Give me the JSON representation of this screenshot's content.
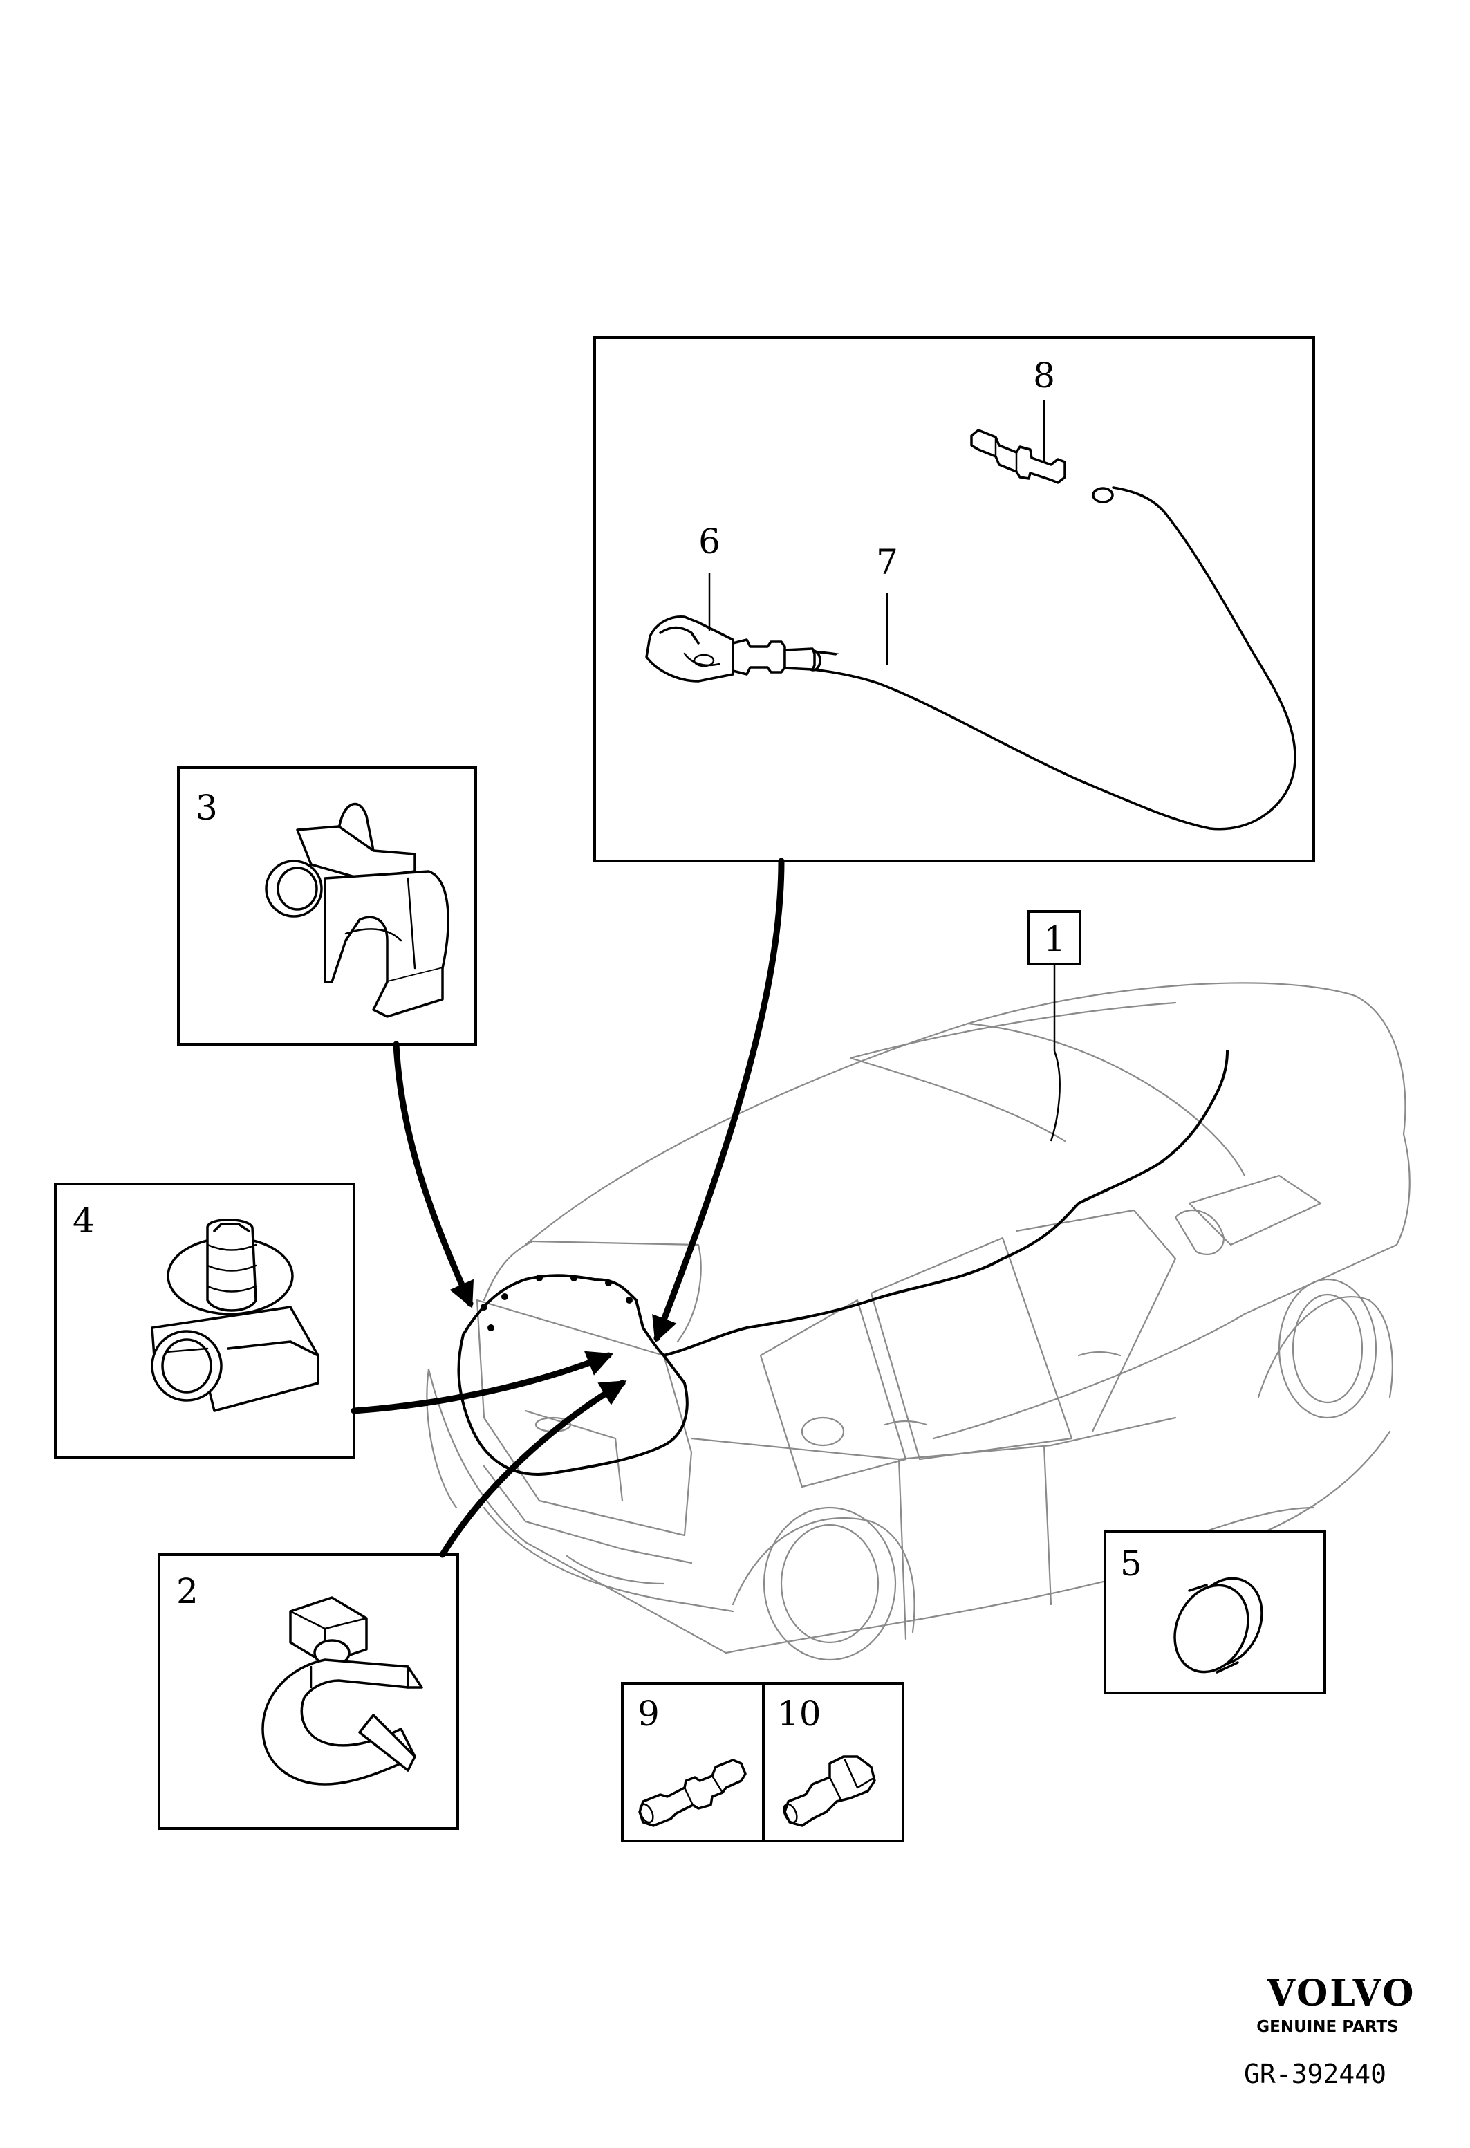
{
  "callouts": {
    "c1": "1",
    "c2": "2",
    "c3": "3",
    "c4": "4",
    "c5": "5",
    "c6": "6",
    "c7": "7",
    "c8": "8",
    "c9": "9",
    "c10": "10"
  },
  "brand": {
    "name": "VOLVO",
    "tagline": "GENUINE PARTS"
  },
  "reference": "GR-392440"
}
